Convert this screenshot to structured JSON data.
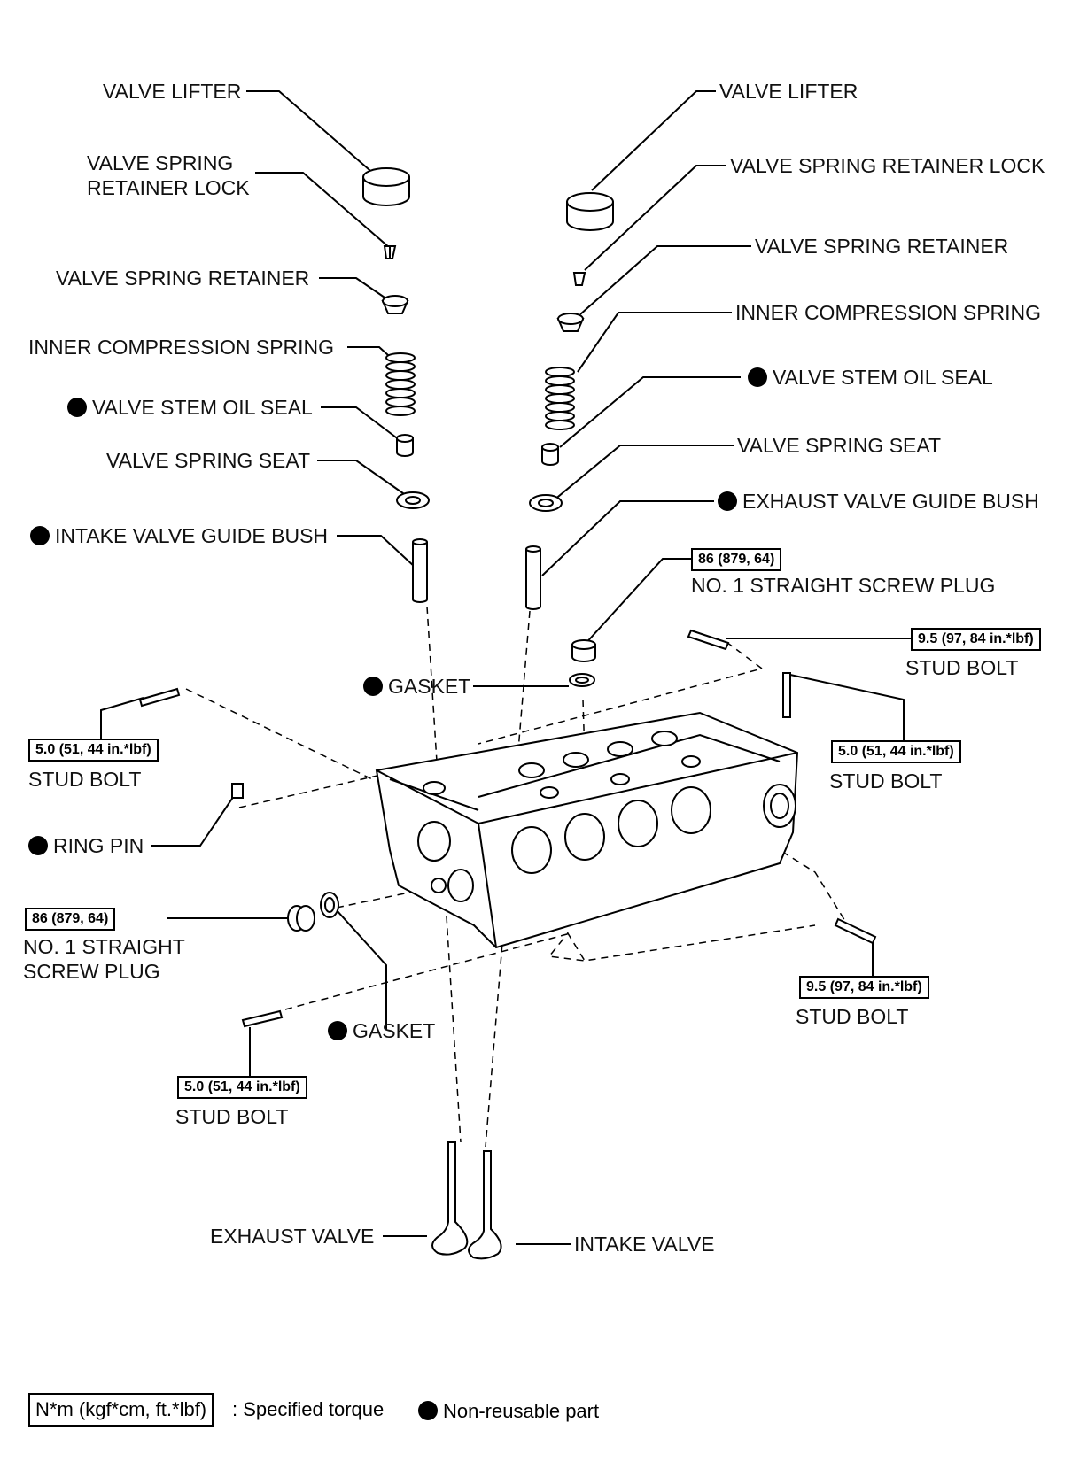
{
  "labels": {
    "valve_lifter_l": "VALVE LIFTER",
    "retainer_lock_l1": "VALVE SPRING",
    "retainer_lock_l2": "RETAINER LOCK",
    "spring_retainer_l": "VALVE SPRING RETAINER",
    "inner_spring_l": "INNER COMPRESSION SPRING",
    "stem_seal_l": "VALVE STEM OIL SEAL",
    "spring_seat_l": "VALVE SPRING SEAT",
    "intake_bush": "INTAKE VALVE GUIDE BUSH",
    "valve_lifter_r": "VALVE LIFTER",
    "retainer_lock_r": "VALVE SPRING RETAINER LOCK",
    "spring_retainer_r": "VALVE SPRING RETAINER",
    "inner_spring_r": "INNER COMPRESSION SPRING",
    "stem_seal_r": "VALVE STEM OIL SEAL",
    "spring_seat_r": "VALVE SPRING SEAT",
    "exhaust_bush": "EXHAUST VALVE GUIDE BUSH",
    "plug_top": "NO. 1 STRAIGHT SCREW PLUG",
    "gasket_top": "GASKET",
    "stud_top_right": "STUD BOLT",
    "stud_left": "STUD BOLT",
    "stud_right": "STUD BOLT",
    "ring_pin": "RING PIN",
    "plug_left_1": "NO. 1 STRAIGHT",
    "plug_left_2": "SCREW PLUG",
    "gasket_bottom": "GASKET",
    "stud_bottom_right": "STUD BOLT",
    "stud_bottom_left": "STUD BOLT",
    "exhaust_valve": "EXHAUST VALVE",
    "intake_valve": "INTAKE VALVE"
  },
  "torques": {
    "plug_top": "86 (879, 64)",
    "stud_top_right": "9.5 (97, 84 in.*lbf)",
    "stud_left": "5.0 (51, 44 in.*lbf)",
    "stud_right": "5.0 (51, 44 in.*lbf)",
    "plug_left": "86 (879, 64)",
    "stud_bottom_right": "9.5 (97, 84 in.*lbf)",
    "stud_bottom_left": "5.0 (51, 44 in.*lbf)"
  },
  "legend": {
    "torque_box": "N*m (kgf*cm, ft.*lbf)",
    "torque_text": ": Specified torque",
    "nonreusable_text": "Non-reusable part"
  }
}
